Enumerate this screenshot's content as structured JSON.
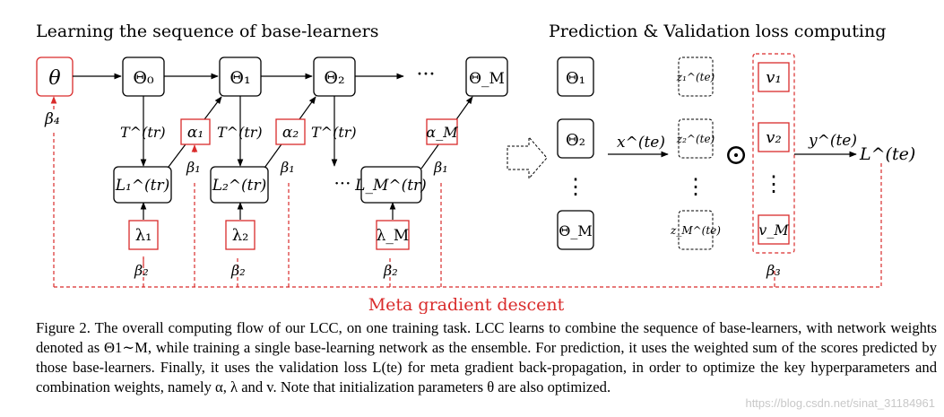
{
  "diagram": {
    "left_title": "Learning the sequence of base-learners",
    "right_title": "Prediction & Validation loss computing",
    "theta": "θ",
    "beta4": "β₄",
    "beta1": "β₁",
    "beta2": "β₂",
    "beta3": "β₃",
    "Theta0": "Θ₀",
    "Theta1": "Θ₁",
    "Theta2": "Θ₂",
    "ThetaM": "Θ_M",
    "dots_h": "···",
    "dots_v": "⋮",
    "T_tr": "T^(tr)",
    "alpha1": "α₁",
    "alpha2": "α₂",
    "alphaM": "α_M",
    "L1": "L₁^(tr)",
    "L2": "L₂^(tr)",
    "LM": "L_M^(tr)",
    "lambda1": "λ₁",
    "lambda2": "λ₂",
    "lambdaM": "λ_M",
    "x_te": "x^(te)",
    "z1": "z₁^(te)",
    "z2": "z₂^(te)",
    "zM": "z_M^(te)",
    "odot": "⊙",
    "v1": "v₁",
    "v2": "v₂",
    "vM": "v_M",
    "y_te": "y^(te)",
    "L_te": "L^(te)",
    "meta": "Meta gradient descent"
  },
  "caption": "Figure 2. The overall computing flow of our LCC, on one training task. LCC learns to combine the sequence of base-learners, with network weights denoted as Θ1∼M, while training a single base-learning network as the ensemble. For prediction, it uses the weighted sum of the scores predicted by those base-learners. Finally, it uses the validation loss L(te) for meta gradient back-propagation, in order to optimize the key hyperparameters and combination weights, namely α, λ and v. Note that initialization parameters θ are also optimized.",
  "watermark": "https://blog.csdn.net/sinat_31184961",
  "colors": {
    "red": "#d92b2b",
    "black": "#000000"
  }
}
